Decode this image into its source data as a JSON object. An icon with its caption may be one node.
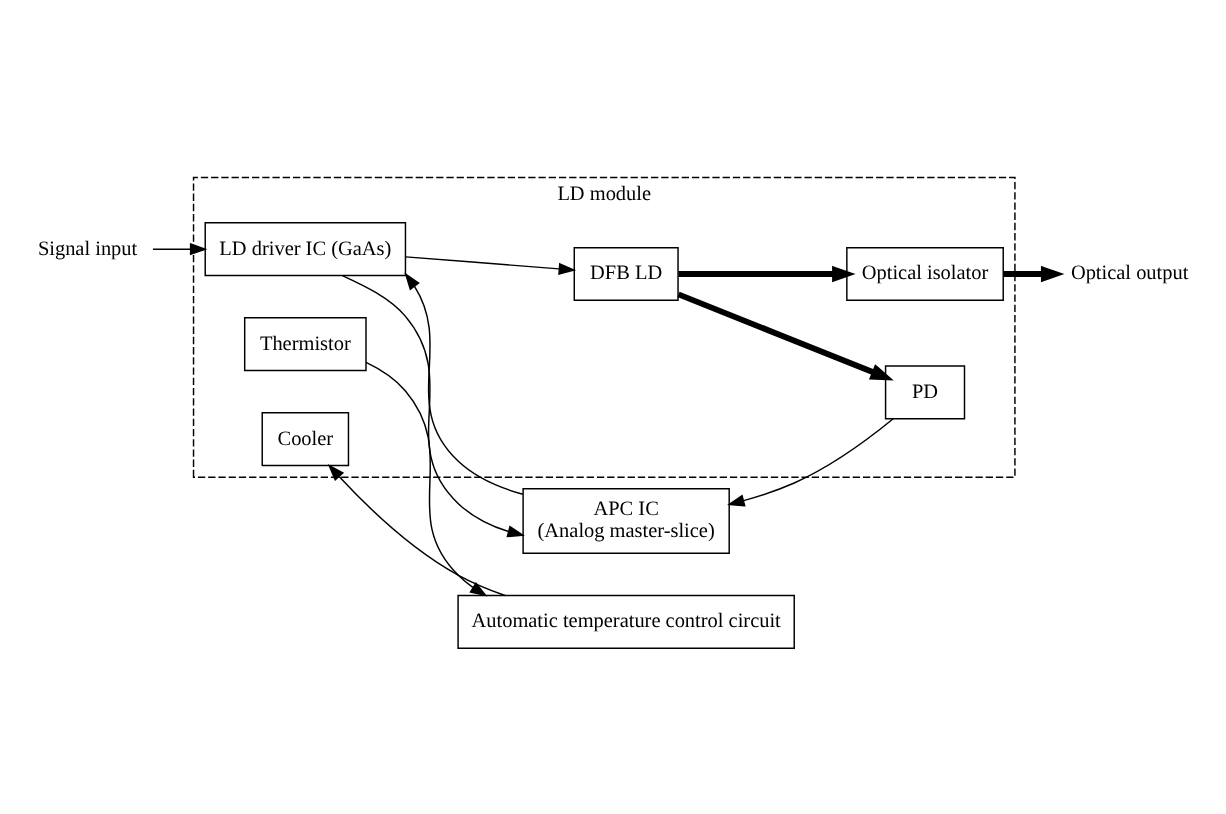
{
  "diagram": {
    "nodes": [
      {
        "text": [
          "LD module"
        ]
      },
      {
        "text": [
          "Signal input"
        ]
      },
      {
        "text": [
          "LD driver IC (GaAs)"
        ],
        "in": 0
      },
      {
        "text": [
          "PD"
        ],
        "in": 0
      },
      {
        "text": [
          "DFB LD"
        ],
        "in": 0
      },
      {
        "text": [
          "Optical isolator"
        ],
        "in": 0
      },
      {
        "text": [
          "Thermistor"
        ],
        "in": 0
      },
      {
        "text": [
          "Cooler"
        ],
        "in": 0
      },
      {
        "text": [
          "Optical output"
        ]
      },
      {
        "text": [
          "APC IC",
          "(Analog master-slice)"
        ]
      },
      {
        "text": [
          "Automatic temperature control circuit"
        ]
      }
    ],
    "edges": [
      {
        "from": 1,
        "to": 2,
        "arrow": "to"
      },
      {
        "from": 2,
        "to": 4,
        "arrow": "to"
      },
      {
        "from": 4,
        "to": 3,
        "arrow": "to",
        "style": "thick"
      },
      {
        "from": 4,
        "to": 5,
        "arrow": "to",
        "style": "thick"
      },
      {
        "from": 5,
        "to": 8,
        "arrow": "to",
        "style": "thick"
      },
      {
        "from": 2,
        "to": 9,
        "arrow": "to"
      },
      {
        "from": 9,
        "to": 2,
        "arrow": "to"
      },
      {
        "from": 3,
        "to": 9,
        "arrow": "to"
      },
      {
        "from": 6,
        "to": 10,
        "arrow": "to"
      },
      {
        "from": 10,
        "to": 7,
        "arrow": "to"
      }
    ]
  }
}
